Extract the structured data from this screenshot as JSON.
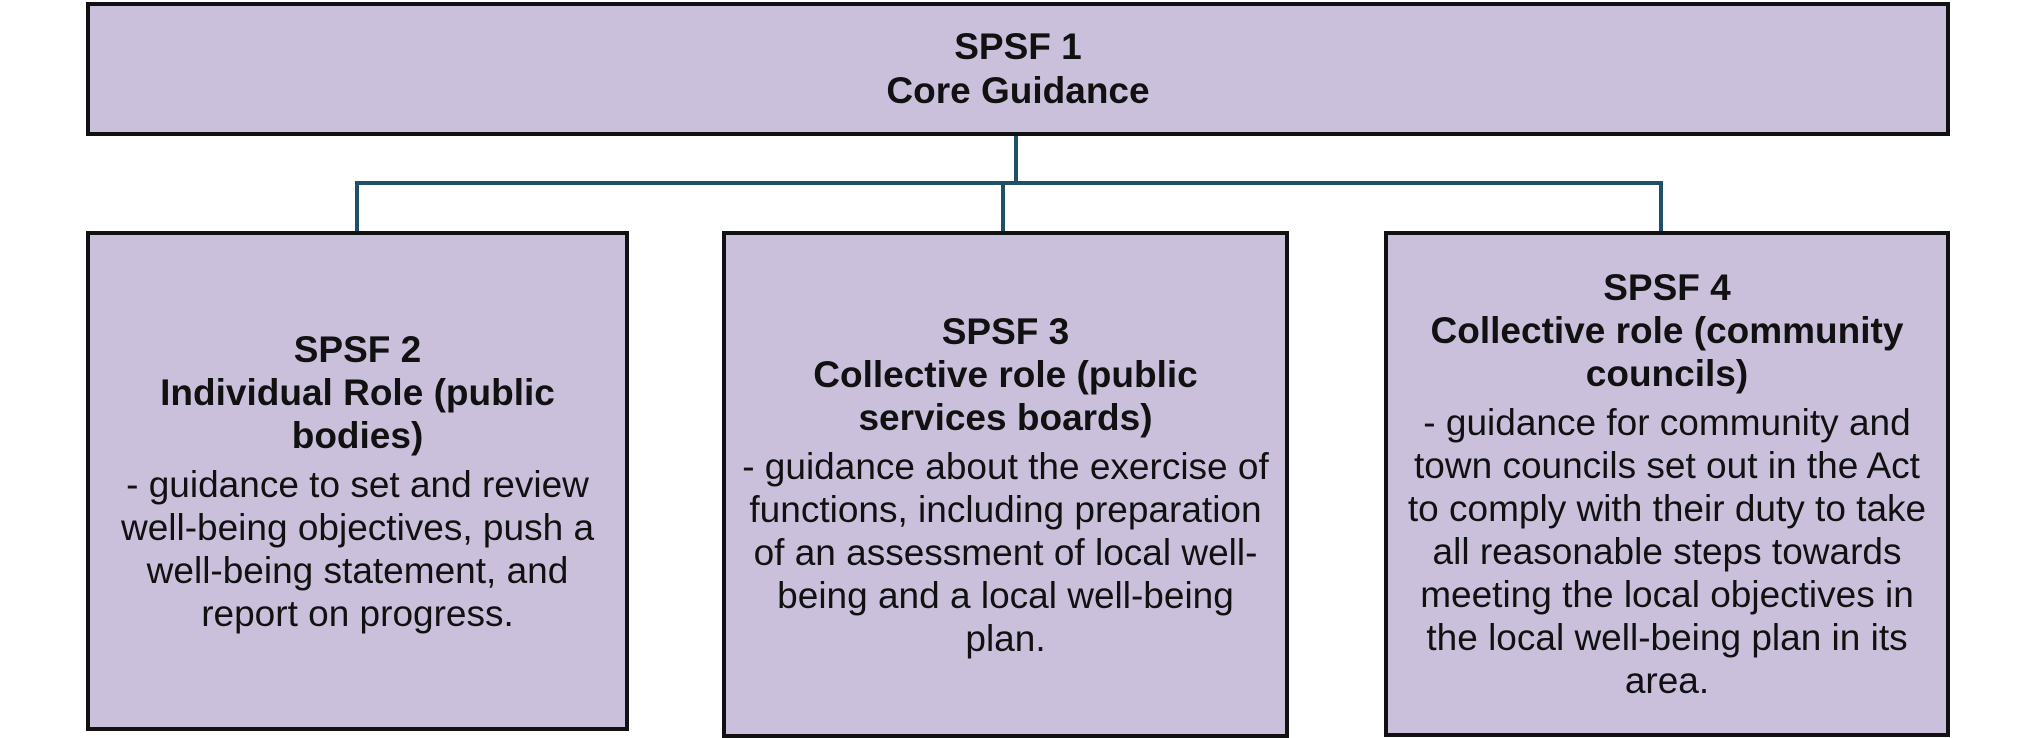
{
  "colors": {
    "box_fill": "#cbc0dc",
    "box_border": "#111111",
    "connector": "#1f5068"
  },
  "core": {
    "code": "SPSF 1",
    "title": "Core Guidance"
  },
  "children": [
    {
      "code": "SPSF 2",
      "title": "Individual Role (public bodies)",
      "description": "- guidance to set and review well-being objectives, push a well-being statement, and report on progress."
    },
    {
      "code": "SPSF 3",
      "title": "Collective role (public services boards)",
      "description": "- guidance about the exercise of functions, including preparation of an assessment of local well-being and a local well-being plan."
    },
    {
      "code": "SPSF 4",
      "title": "Collective role (community councils)",
      "description": "- guidance for community and town councils set out in the Act to comply with their duty to take all reasonable steps towards meeting the local objectives in the local well-being plan in its area."
    }
  ]
}
